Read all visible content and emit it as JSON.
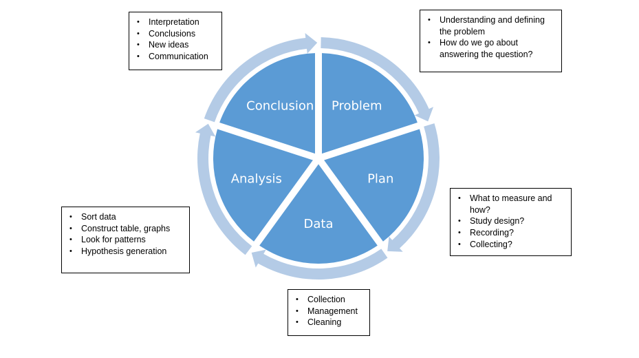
{
  "colors": {
    "segment_fill": "#5B9BD5",
    "ring_arrow": "#B4CBE6",
    "text_white": "#FFFFFF",
    "note_border": "#000000"
  },
  "stages": [
    {
      "id": "problem",
      "label": "Problem"
    },
    {
      "id": "plan",
      "label": "Plan"
    },
    {
      "id": "data",
      "label": "Data"
    },
    {
      "id": "analysis",
      "label": "Analysis"
    },
    {
      "id": "conclusion",
      "label": "Conclusion"
    }
  ],
  "notes": {
    "conclusion": [
      "Interpretation",
      "Conclusions",
      "New ideas",
      "Communication"
    ],
    "problem": [
      "Understanding and defining the problem",
      "How do we go about answering the question?"
    ],
    "plan": [
      "What to measure and how?",
      "Study design?",
      "Recording?",
      "Collecting?"
    ],
    "analysis": [
      "Sort data",
      "Construct table, graphs",
      "Look for patterns",
      "Hypothesis generation"
    ],
    "data": [
      "Collection",
      "Management",
      "Cleaning"
    ]
  }
}
